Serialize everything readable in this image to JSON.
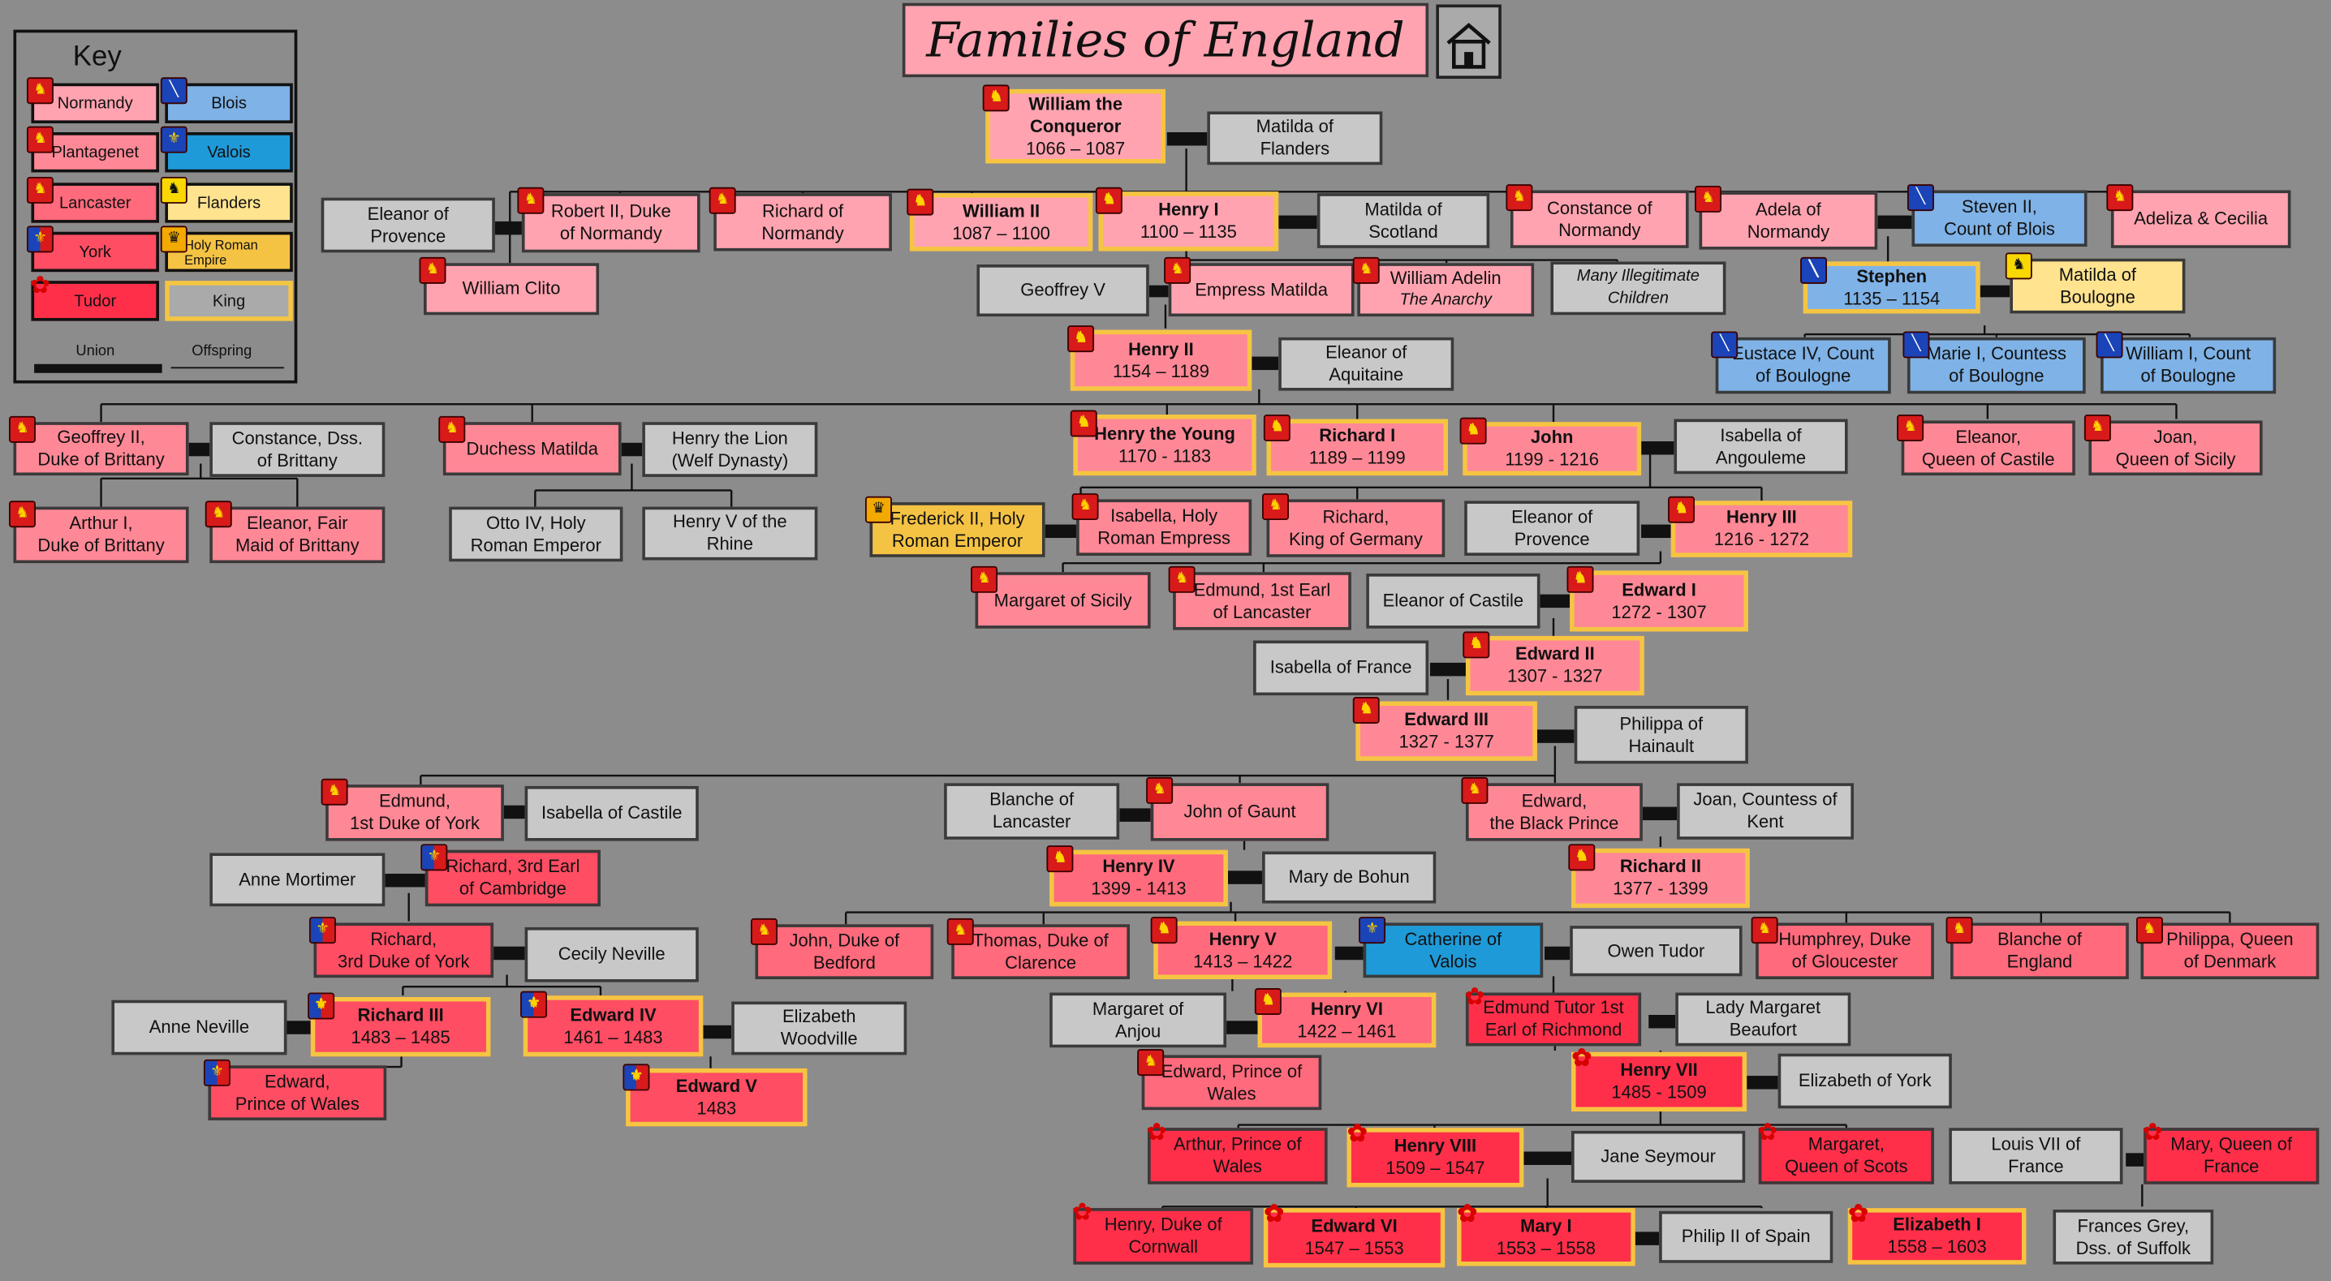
{
  "title": "Families of England",
  "home_icon": "house-icon",
  "colors": {
    "background": "#8c8c8c",
    "normandy": "#ffa3b0",
    "plantagenet": "#ff8896",
    "lancaster": "#ff6a7c",
    "york": "#ff4d63",
    "tudor": "#ff2f4a",
    "blois": "#7fb2e6",
    "valois": "#1f9ad8",
    "flanders": "#ffe38f",
    "holy_roman_empire": "#f5c344",
    "king_border": "#f5c542",
    "spouse": "#c8c8c8"
  },
  "key": {
    "title": "Key",
    "items": [
      {
        "label": "Normandy",
        "icon": "lion-shield-icon"
      },
      {
        "label": "Blois",
        "icon": "blue-shield-icon"
      },
      {
        "label": "Plantagenet",
        "icon": "lion-shield-icon"
      },
      {
        "label": "Valois",
        "icon": "fleur-de-lis-icon"
      },
      {
        "label": "Lancaster",
        "icon": "lion-shield-icon"
      },
      {
        "label": "Flanders",
        "icon": "black-lion-icon"
      },
      {
        "label": "York",
        "icon": "quartered-shield-icon"
      },
      {
        "label": "Holy Roman Empire",
        "icon": "eagle-icon"
      },
      {
        "label": "Tudor",
        "icon": "tudor-rose-icon"
      },
      {
        "label": "King",
        "icon": ""
      }
    ],
    "union_label": "Union",
    "offspring_label": "Offspring"
  },
  "people": [
    {
      "id": "william1",
      "name": "William the\nConqueror",
      "years": "1066 – 1087",
      "house": "normandy",
      "icon": "lion-shield-icon"
    },
    {
      "id": "matilda_fl",
      "name": "Matilda of\nFlanders",
      "house": "spouse"
    },
    {
      "id": "eleanor_prov1",
      "name": "Eleanor of\nProvence",
      "house": "spouse"
    },
    {
      "id": "robert2",
      "name": "Robert II, Duke\nof Normandy",
      "house": "normandy",
      "icon": "lion-shield-icon"
    },
    {
      "id": "richard_n",
      "name": "Richard of\nNormandy",
      "house": "normandy",
      "icon": "lion-shield-icon"
    },
    {
      "id": "william2",
      "name": "William II",
      "years": "1087 – 1100",
      "house": "normandy",
      "icon": "lion-shield-icon"
    },
    {
      "id": "henry1",
      "name": "Henry I",
      "years": "1100 – 1135",
      "house": "normandy",
      "icon": "lion-shield-icon"
    },
    {
      "id": "matilda_sc",
      "name": "Matilda of\nScotland",
      "house": "spouse"
    },
    {
      "id": "constance_n",
      "name": "Constance of\nNormandy",
      "house": "normandy",
      "icon": "lion-shield-icon"
    },
    {
      "id": "adela",
      "name": "Adela of\nNormandy",
      "house": "normandy",
      "icon": "lion-shield-icon"
    },
    {
      "id": "steven2",
      "name": "Steven II,\nCount of Blois",
      "house": "blois",
      "icon": "blue-shield-icon"
    },
    {
      "id": "adeliza",
      "name": "Adeliza & Cecilia",
      "house": "normandy",
      "icon": "lion-shield-icon"
    },
    {
      "id": "clito",
      "name": "William Clito",
      "house": "normandy",
      "icon": "lion-shield-icon"
    },
    {
      "id": "geoffrey5",
      "name": "Geoffrey V",
      "house": "spouse"
    },
    {
      "id": "empress",
      "name": "Empress Matilda",
      "house": "normandy",
      "icon": "lion-shield-icon"
    },
    {
      "id": "adelin",
      "name": "William Adelin",
      "sub": "The Anarchy",
      "house": "normandy",
      "icon": "lion-shield-icon"
    },
    {
      "id": "illeg",
      "name": "Many Illegitimate\nChildren",
      "house": "spouse"
    },
    {
      "id": "stephen",
      "name": "Stephen",
      "years": "1135 – 1154",
      "house": "blois",
      "icon": "blue-shield-icon"
    },
    {
      "id": "matilda_b",
      "name": "Matilda of\nBoulogne",
      "house": "flanders",
      "icon": "black-lion-icon"
    },
    {
      "id": "henry2",
      "name": "Henry II",
      "years": "1154 – 1189",
      "house": "plantagenet",
      "icon": "lion-shield-icon"
    },
    {
      "id": "eleanor_aq",
      "name": "Eleanor of\nAquitaine",
      "house": "spouse"
    },
    {
      "id": "eustace4",
      "name": "Eustace IV, Count\nof Boulogne",
      "house": "blois",
      "icon": "blue-shield-icon"
    },
    {
      "id": "marie1",
      "name": "Marie I, Countess\nof Boulogne",
      "house": "blois",
      "icon": "blue-shield-icon"
    },
    {
      "id": "william1b",
      "name": "William I, Count\nof Boulogne",
      "house": "blois",
      "icon": "blue-shield-icon"
    },
    {
      "id": "geoffrey2",
      "name": "Geoffrey II,\nDuke of Brittany",
      "house": "plantagenet",
      "icon": "lion-shield-icon"
    },
    {
      "id": "constance_b",
      "name": "Constance, Dss.\nof Brittany",
      "house": "spouse"
    },
    {
      "id": "duchess_m",
      "name": "Duchess Matilda",
      "house": "plantagenet",
      "icon": "lion-shield-icon"
    },
    {
      "id": "henry_lion",
      "name": "Henry the Lion\n(Welf Dynasty)",
      "house": "spouse"
    },
    {
      "id": "henry_young",
      "name": "Henry the Young",
      "years": "1170 - 1183",
      "house": "plantagenet",
      "icon": "lion-shield-icon"
    },
    {
      "id": "richard1",
      "name": "Richard I",
      "years": "1189 – 1199",
      "house": "plantagenet",
      "icon": "lion-shield-icon"
    },
    {
      "id": "john",
      "name": "John",
      "years": "1199 - 1216",
      "house": "plantagenet",
      "icon": "lion-shield-icon"
    },
    {
      "id": "isabella_ang",
      "name": "Isabella of\nAngouleme",
      "house": "spouse"
    },
    {
      "id": "eleanor_cas",
      "name": "Eleanor,\nQueen of Castile",
      "house": "plantagenet",
      "icon": "lion-shield-icon"
    },
    {
      "id": "joan_sic",
      "name": "Joan,\nQueen of Sicily",
      "house": "plantagenet",
      "icon": "lion-shield-icon"
    },
    {
      "id": "arthur1",
      "name": "Arthur I,\nDuke of Brittany",
      "house": "plantagenet",
      "icon": "lion-shield-icon"
    },
    {
      "id": "eleanor_fair",
      "name": "Eleanor, Fair\nMaid of Brittany",
      "house": "plantagenet",
      "icon": "lion-shield-icon"
    },
    {
      "id": "otto4",
      "name": "Otto IV, Holy\nRoman Emperor",
      "house": "spouse"
    },
    {
      "id": "henry5_rh",
      "name": "Henry V of the\nRhine",
      "house": "spouse"
    },
    {
      "id": "frederick2",
      "name": "Frederick II, Holy\nRoman Emperor",
      "house": "holy_roman_empire",
      "icon": "eagle-icon"
    },
    {
      "id": "isabella_hre",
      "name": "Isabella, Holy\nRoman Empress",
      "house": "plantagenet",
      "icon": "lion-shield-icon"
    },
    {
      "id": "richard_ger",
      "name": "Richard,\nKing of Germany",
      "house": "plantagenet",
      "icon": "lion-shield-icon"
    },
    {
      "id": "eleanor_prov2",
      "name": "Eleanor of\nProvence",
      "house": "spouse"
    },
    {
      "id": "henry3",
      "name": "Henry III",
      "years": "1216 - 1272",
      "house": "plantagenet",
      "icon": "lion-shield-icon"
    },
    {
      "id": "margaret_sic",
      "name": "Margaret of Sicily",
      "house": "plantagenet",
      "icon": "lion-shield-icon"
    },
    {
      "id": "edmund_lanc",
      "name": "Edmund, 1st Earl\nof Lancaster",
      "house": "plantagenet",
      "icon": "lion-shield-icon"
    },
    {
      "id": "eleanor_cas2",
      "name": "Eleanor of Castile",
      "house": "spouse"
    },
    {
      "id": "edward1",
      "name": "Edward I",
      "years": "1272 - 1307",
      "house": "plantagenet",
      "icon": "lion-shield-icon"
    },
    {
      "id": "isabella_fr",
      "name": "Isabella of France",
      "house": "spouse"
    },
    {
      "id": "edward2",
      "name": "Edward II",
      "years": "1307 - 1327",
      "house": "plantagenet",
      "icon": "lion-shield-icon"
    },
    {
      "id": "edward3",
      "name": "Edward III",
      "years": "1327 - 1377",
      "house": "plantagenet",
      "icon": "lion-shield-icon"
    },
    {
      "id": "philippa_h",
      "name": "Philippa of\nHainault",
      "house": "spouse"
    },
    {
      "id": "edmund_york",
      "name": "Edmund,\n1st Duke of York",
      "house": "plantagenet",
      "icon": "lion-shield-icon"
    },
    {
      "id": "isabella_cas",
      "name": "Isabella of Castile",
      "house": "spouse"
    },
    {
      "id": "blanche_l",
      "name": "Blanche of\nLancaster",
      "house": "spouse"
    },
    {
      "id": "gaunt",
      "name": "John of Gaunt",
      "house": "plantagenet",
      "icon": "lion-shield-icon"
    },
    {
      "id": "black_prince",
      "name": "Edward,\nthe Black Prince",
      "house": "plantagenet",
      "icon": "lion-shield-icon"
    },
    {
      "id": "joan_kent",
      "name": "Joan, Countess of\nKent",
      "house": "spouse"
    },
    {
      "id": "anne_mort",
      "name": "Anne Mortimer",
      "house": "spouse"
    },
    {
      "id": "richard_camb",
      "name": "Richard, 3rd Earl\nof Cambridge",
      "house": "york",
      "icon": "quartered-shield-icon"
    },
    {
      "id": "henry4",
      "name": "Henry IV",
      "years": "1399 - 1413",
      "house": "lancaster",
      "icon": "lion-shield-icon"
    },
    {
      "id": "mary_bohun",
      "name": "Mary de Bohun",
      "house": "spouse"
    },
    {
      "id": "richard2",
      "name": "Richard II",
      "years": "1377 - 1399",
      "house": "plantagenet",
      "icon": "lion-shield-icon"
    },
    {
      "id": "richard_york",
      "name": "Richard,\n3rd Duke of York",
      "house": "york",
      "icon": "quartered-shield-icon"
    },
    {
      "id": "cecily",
      "name": "Cecily Neville",
      "house": "spouse"
    },
    {
      "id": "john_bedford",
      "name": "John, Duke of\nBedford",
      "house": "lancaster",
      "icon": "lion-shield-icon"
    },
    {
      "id": "thomas_cl",
      "name": "Thomas, Duke of\nClarence",
      "house": "lancaster",
      "icon": "lion-shield-icon"
    },
    {
      "id": "henry5",
      "name": "Henry V",
      "years": "1413 – 1422",
      "house": "lancaster",
      "icon": "lion-shield-icon"
    },
    {
      "id": "catherine_v",
      "name": "Catherine of\nValois",
      "house": "valois",
      "icon": "fleur-de-lis-icon"
    },
    {
      "id": "owen_tudor",
      "name": "Owen Tudor",
      "house": "spouse"
    },
    {
      "id": "humphrey",
      "name": "Humphrey, Duke\nof Gloucester",
      "house": "lancaster",
      "icon": "lion-shield-icon"
    },
    {
      "id": "blanche_e",
      "name": "Blanche of\nEngland",
      "house": "lancaster",
      "icon": "lion-shield-icon"
    },
    {
      "id": "philippa_d",
      "name": "Philippa, Queen\nof Denmark",
      "house": "lancaster",
      "icon": "lion-shield-icon"
    },
    {
      "id": "anne_nev",
      "name": "Anne Neville",
      "house": "spouse"
    },
    {
      "id": "richard3",
      "name": "Richard III",
      "years": "1483 – 1485",
      "house": "york",
      "icon": "quartered-shield-icon"
    },
    {
      "id": "edward4",
      "name": "Edward IV",
      "years": "1461 – 1483",
      "house": "york",
      "icon": "quartered-shield-icon"
    },
    {
      "id": "eliz_wood",
      "name": "Elizabeth\nWoodville",
      "house": "spouse"
    },
    {
      "id": "margaret_anj",
      "name": "Margaret of\nAnjou",
      "house": "spouse"
    },
    {
      "id": "henry6",
      "name": "Henry VI",
      "years": "1422 – 1461",
      "house": "lancaster",
      "icon": "lion-shield-icon"
    },
    {
      "id": "edmund_tudor",
      "name": "Edmund Tutor 1st\nEarl of Richmond",
      "house": "tudor",
      "icon": "tudor-rose-icon"
    },
    {
      "id": "margaret_b",
      "name": "Lady Margaret\nBeaufort",
      "house": "spouse"
    },
    {
      "id": "edward_pw_y",
      "name": "Edward,\nPrince of Wales",
      "house": "york",
      "icon": "quartered-shield-icon"
    },
    {
      "id": "edward5",
      "name": "Edward V",
      "years": "1483",
      "house": "york",
      "icon": "quartered-shield-icon"
    },
    {
      "id": "edward_pw_l",
      "name": "Edward, Prince of\nWales",
      "house": "lancaster",
      "icon": "lion-shield-icon"
    },
    {
      "id": "henry7",
      "name": "Henry VII",
      "years": "1485 - 1509",
      "house": "tudor",
      "icon": "tudor-rose-icon"
    },
    {
      "id": "eliz_york",
      "name": "Elizabeth of York",
      "house": "spouse"
    },
    {
      "id": "arthur_pw",
      "name": "Arthur, Prince of\nWales",
      "house": "tudor",
      "icon": "tudor-rose-icon"
    },
    {
      "id": "henry8",
      "name": "Henry VIII",
      "years": "1509 – 1547",
      "house": "tudor",
      "icon": "tudor-rose-icon"
    },
    {
      "id": "jane_s",
      "name": "Jane Seymour",
      "house": "spouse"
    },
    {
      "id": "margaret_sc",
      "name": "Margaret,\nQueen of Scots",
      "house": "tudor",
      "icon": "tudor-rose-icon"
    },
    {
      "id": "louis7",
      "name": "Louis VII of\nFrance",
      "house": "spouse"
    },
    {
      "id": "mary_fr",
      "name": "Mary, Queen of\nFrance",
      "house": "tudor",
      "icon": "tudor-rose-icon"
    },
    {
      "id": "henry_corn",
      "name": "Henry, Duke of\nCornwall",
      "house": "tudor",
      "icon": "tudor-rose-icon"
    },
    {
      "id": "edward6",
      "name": "Edward VI",
      "years": "1547 – 1553",
      "house": "tudor",
      "icon": "tudor-rose-icon"
    },
    {
      "id": "mary1",
      "name": "Mary I",
      "years": "1553 – 1558",
      "house": "tudor",
      "icon": "tudor-rose-icon"
    },
    {
      "id": "philip2",
      "name": "Philip II of Spain",
      "house": "spouse"
    },
    {
      "id": "elizabeth1",
      "name": "Elizabeth I",
      "years": "1558 – 1603",
      "house": "tudor",
      "icon": "tudor-rose-icon"
    },
    {
      "id": "frances_grey",
      "name": "Frances Grey,\nDss. of Suffolk",
      "house": "spouse"
    }
  ]
}
